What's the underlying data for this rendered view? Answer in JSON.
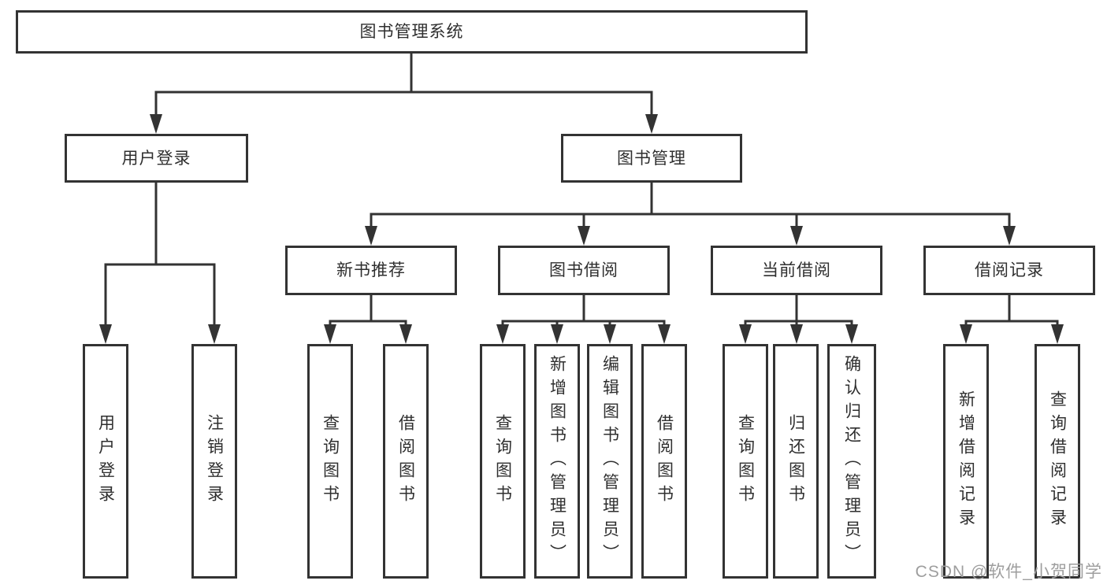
{
  "tree": {
    "label": "图书管理系统",
    "children": [
      {
        "label": "用户登录",
        "children": [
          {
            "label": "用户登录"
          },
          {
            "label": "注销登录"
          }
        ]
      },
      {
        "label": "图书管理",
        "children": [
          {
            "label": "新书推荐",
            "children": [
              {
                "label": "查询图书"
              },
              {
                "label": "借阅图书"
              }
            ]
          },
          {
            "label": "图书借阅",
            "children": [
              {
                "label": "查询图书"
              },
              {
                "label": "新增图书（管理员）"
              },
              {
                "label": "编辑图书（管理员）"
              },
              {
                "label": "借阅图书"
              }
            ]
          },
          {
            "label": "当前借阅",
            "children": [
              {
                "label": "查询图书"
              },
              {
                "label": "归还图书"
              },
              {
                "label": "确认归还（管理员）"
              }
            ]
          },
          {
            "label": "借阅记录",
            "children": [
              {
                "label": "新增借阅记录"
              },
              {
                "label": "查询借阅记录"
              }
            ]
          }
        ]
      }
    ]
  },
  "watermark": {
    "text": "CSDN @软件_小贺同学"
  },
  "colors": {
    "line": "#333333",
    "border": "#333333",
    "text": "#2f2f2f",
    "watermark": "#9e9e9e",
    "background": "#ffffff"
  }
}
